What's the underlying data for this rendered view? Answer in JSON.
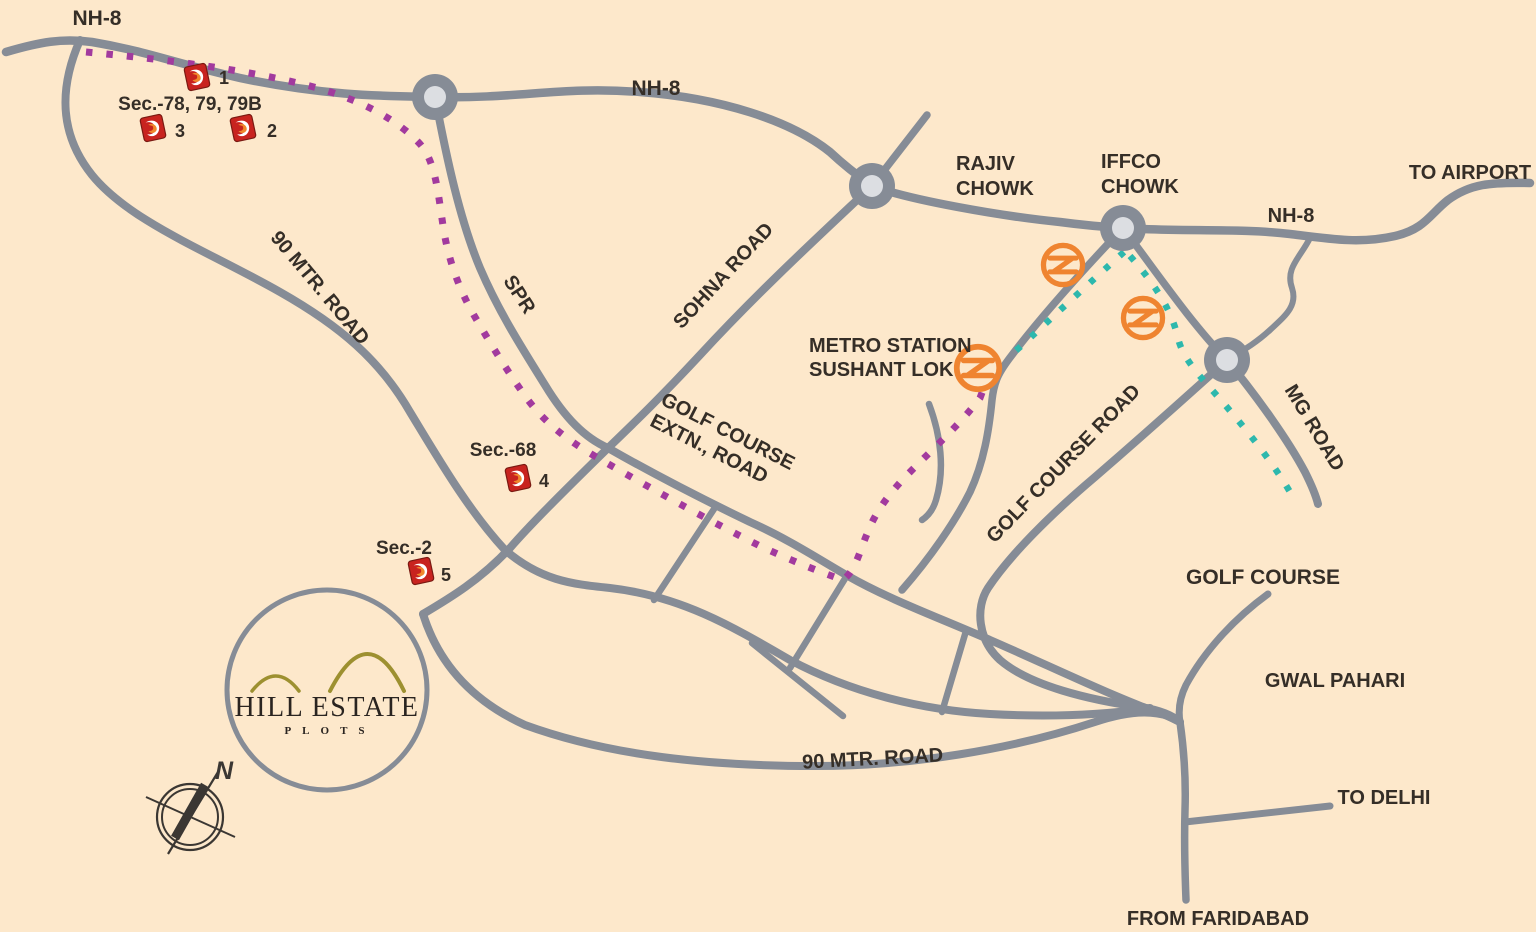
{
  "labels": {
    "nh8_topleft": "NH-8",
    "nh8_center": "NH-8",
    "nh8_east": "NH-8",
    "to_airport": "TO AIRPORT",
    "rajiv_line1": "RAJIV",
    "rajiv_line2": "CHOWK",
    "iffco_line1": "IFFCO",
    "iffco_line2": "CHOWK",
    "sohna_road": "SOHNA ROAD",
    "spr": "SPR",
    "mtr90_left": "90 MTR. ROAD",
    "mtr90_bottom": "90 MTR. ROAD",
    "golf_extn_line1": "GOLF COURSE",
    "golf_extn_line2": "EXTN., ROAD",
    "golf_course_road": "GOLF COURSE ROAD",
    "mg_road": "MG ROAD",
    "golf_course": "GOLF COURSE",
    "gwal_pahari": "GWAL PAHARI",
    "to_delhi": "TO DELHI",
    "from_faridabad": "FROM FARIDABAD",
    "metro_line1": "METRO STATION",
    "metro_line2": "SUSHANT LOK",
    "sec_78": "Sec.-78, 79, 79B",
    "sec_68": "Sec.-68",
    "sec_2": "Sec.-2"
  },
  "plot_markers": [
    {
      "num": "1"
    },
    {
      "num": "2"
    },
    {
      "num": "3"
    },
    {
      "num": "4"
    },
    {
      "num": "5"
    }
  ],
  "logo": {
    "title": "HILL ESTATE",
    "subtitle": "PLOTS"
  },
  "compass": {
    "north_label": "N"
  },
  "icons": {
    "metro": "delhi-metro-logo",
    "junction": "road-junction-node",
    "plot_marker": "red-plot-location-tile",
    "compass": "compass-rose"
  },
  "colors": {
    "background": "#fde8cb",
    "road": "#868c96",
    "junction_inner": "#dcdee2",
    "route_dotted_purple": "#a23a9e",
    "metro_dotted_teal": "#2db8ad",
    "metro_icon_orange": "#ef8430",
    "marker_red": "#c8231f",
    "text": "#352e27",
    "logo_hills_olive": "#9d9030"
  }
}
